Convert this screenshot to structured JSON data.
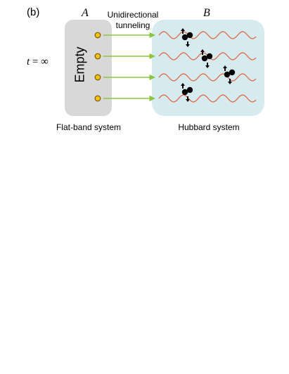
{
  "figure": {
    "panel_label": "(b)",
    "site_a_label": "A",
    "site_b_label": "B",
    "tunneling_label_line1": "Unidirectional",
    "tunneling_label_line2": "tunneling",
    "time_variable": "t",
    "time_value": "= ∞",
    "empty_label": "Empty",
    "flat_band_caption": "Flat-band system",
    "hubbard_caption": "Hubbard system"
  },
  "colors": {
    "flat_band_box": "#d8d8d8",
    "hubbard_box": "#d6ebef",
    "site_dot_fill": "#f5c214",
    "site_dot_stroke": "#7a5a00",
    "arrow": "#8cc63f",
    "wave": "#e0603a",
    "particle": "#000000"
  }
}
